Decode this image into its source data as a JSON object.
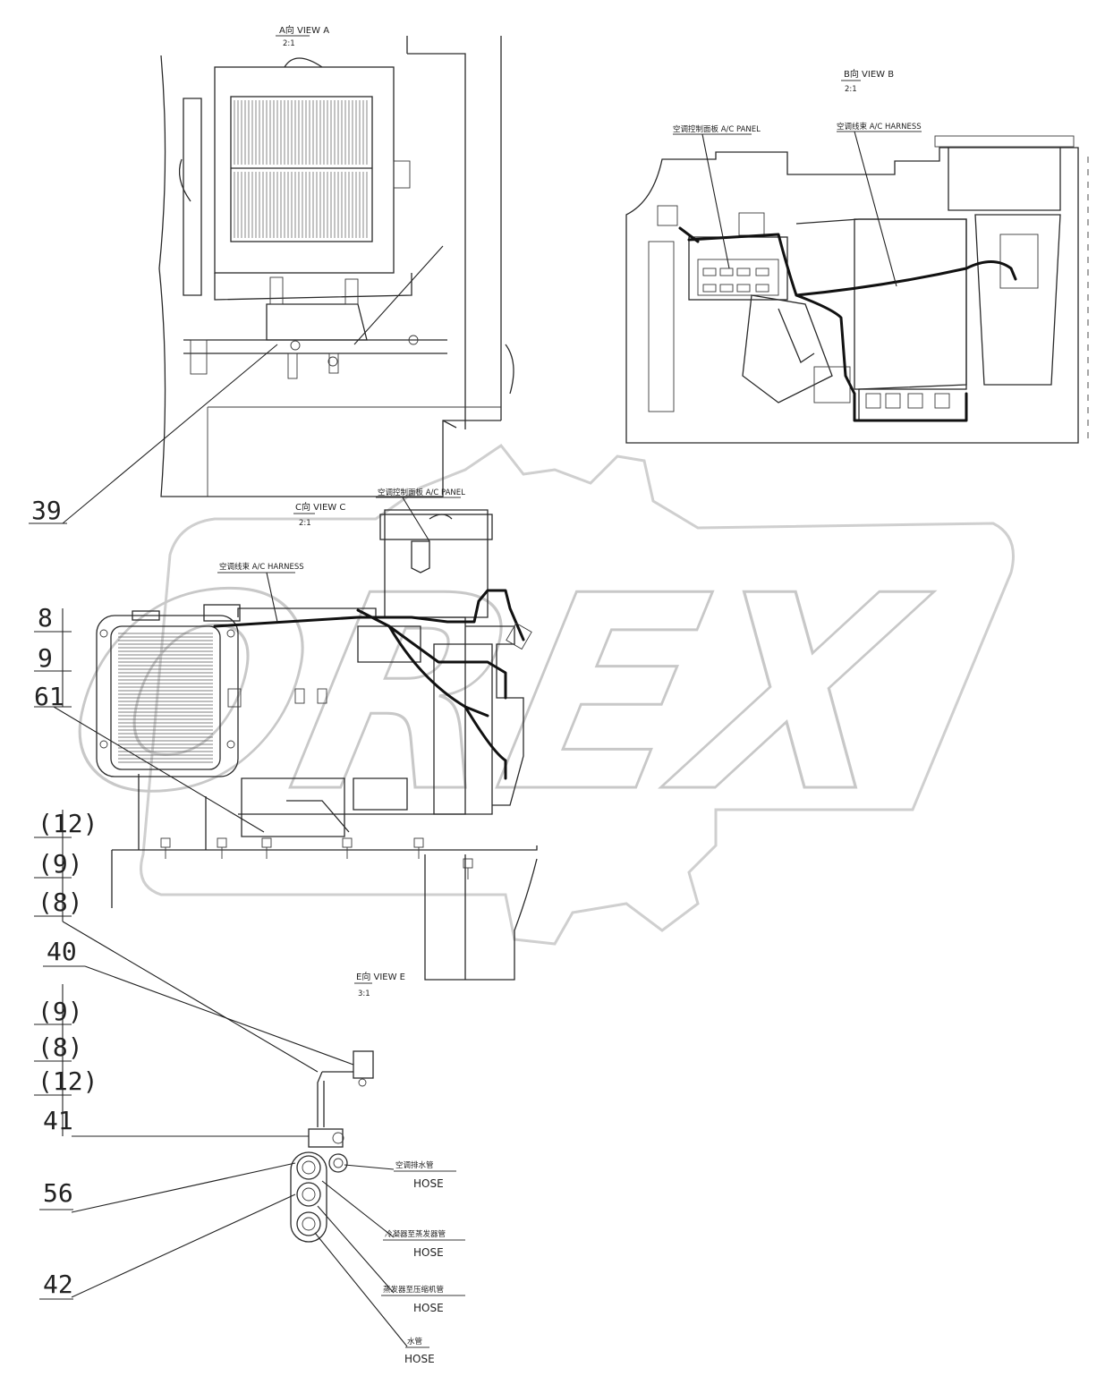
{
  "watermark": {
    "text": "OREX"
  },
  "views": {
    "a": {
      "title": "A向  VIEW A",
      "scale": "2:1"
    },
    "b": {
      "title": "B向  VIEW B",
      "scale": "2:1",
      "labels": {
        "panel": "空调控制面板 A/C PANEL",
        "harness": "空调线束 A/C HARNESS"
      }
    },
    "c": {
      "title": "C向  VIEW C",
      "scale": "2:1",
      "labels": {
        "panel": "空调控制面板  A/C PANEL",
        "harness": "空调线束  A/C HARNESS"
      }
    },
    "e": {
      "title": "E向  VIEW E",
      "scale": "3:1"
    }
  },
  "callouts": {
    "c39": "39",
    "c8": "8",
    "c9": "9",
    "c61": "61",
    "c12p": "(12)",
    "c9p": "(9)",
    "c8p": "(8)",
    "c40": "40",
    "c9p2": "(9)",
    "c8p2": "(8)",
    "c12p2": "(12)",
    "c41": "41",
    "c56": "56",
    "c42": "42"
  },
  "hoses": [
    {
      "cn": "空调排水管",
      "en": "HOSE"
    },
    {
      "cn": "冷凝器至蒸发器管",
      "en": "HOSE"
    },
    {
      "cn": "蒸发器至压缩机管",
      "en": "HOSE"
    },
    {
      "cn": "水管",
      "en": "HOSE"
    }
  ]
}
